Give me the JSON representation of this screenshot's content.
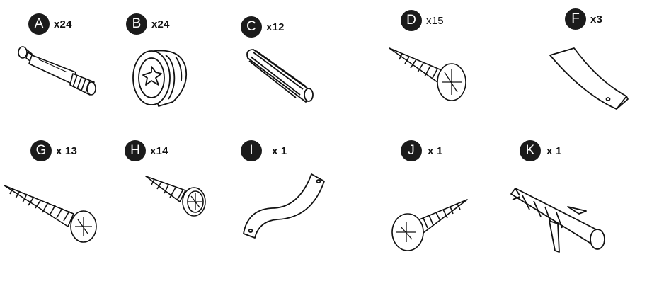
{
  "parts": [
    {
      "letter": "A",
      "quantity": "x24",
      "name": "cam-bolt"
    },
    {
      "letter": "B",
      "quantity": "x24",
      "name": "cam-lock"
    },
    {
      "letter": "C",
      "quantity": "x12",
      "name": "wooden-dowel"
    },
    {
      "letter": "D",
      "quantity": "x15",
      "name": "flat-head-screw"
    },
    {
      "letter": "F",
      "quantity": "x3",
      "name": "curved-bracket"
    },
    {
      "letter": "G",
      "quantity": "x 13",
      "name": "long-screw"
    },
    {
      "letter": "H",
      "quantity": "x14",
      "name": "pan-head-screw"
    },
    {
      "letter": "I",
      "quantity": "x 1",
      "name": "s-strap"
    },
    {
      "letter": "J",
      "quantity": "x 1",
      "name": "truss-head-screw"
    },
    {
      "letter": "K",
      "quantity": "x 1",
      "name": "wall-anchor"
    }
  ]
}
